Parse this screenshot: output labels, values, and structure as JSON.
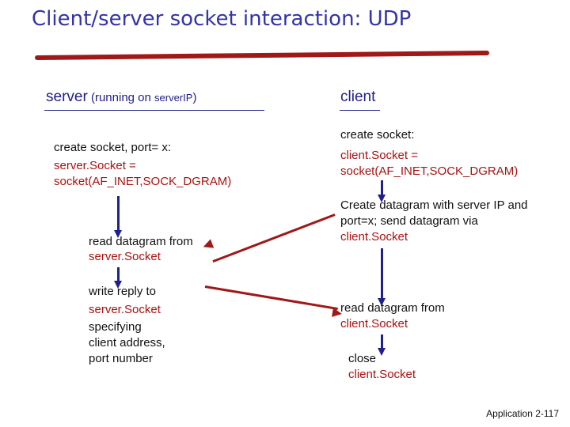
{
  "slide": {
    "title": "Client/server socket interaction: UDP",
    "footer": "Application 2-117",
    "accent_blue": "#20208c",
    "accent_red": "#a01818",
    "title_color": "#3333aa"
  },
  "columns": {
    "server": {
      "header_main": "server",
      "header_note_open": " (running on ",
      "header_note_host": "serverIP",
      "header_note_close": ")"
    },
    "client": {
      "header_main": "client"
    }
  },
  "server_steps": [
    {
      "name": "create-socket",
      "line1": "create socket, port= x:",
      "line2": "server.Socket =\nsocket(AF_INET,SOCK_DGRAM)"
    },
    {
      "name": "read-datagram",
      "line1": "read datagram from",
      "line2": "server.Socket"
    },
    {
      "name": "write-reply",
      "line1": "write reply to",
      "line2": "server.Socket",
      "line3": "specifying\nclient address,\nport number"
    }
  ],
  "client_steps": [
    {
      "name": "create-socket",
      "line1": "create socket:",
      "line2": "client.Socket =\nsocket(AF_INET,SOCK_DGRAM)"
    },
    {
      "name": "create-datagram",
      "line1": "Create datagram with server IP and",
      "line2": "port=x; send datagram via",
      "line3": "client.Socket"
    },
    {
      "name": "read-datagram",
      "line1": "read datagram from",
      "line2": "client.Socket"
    },
    {
      "name": "close-socket",
      "line1": "close",
      "line2": "client.Socket"
    }
  ]
}
